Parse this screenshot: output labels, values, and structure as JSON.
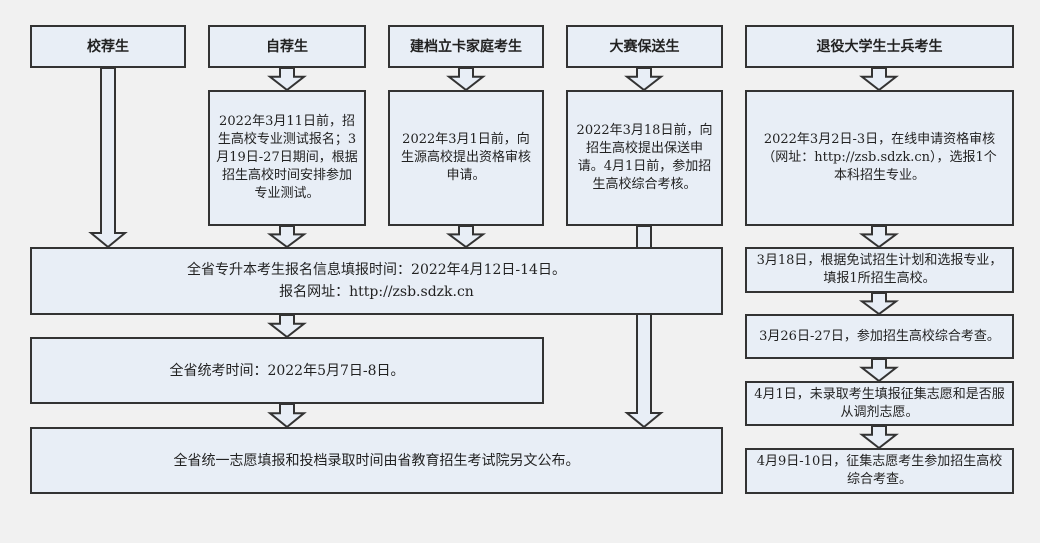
{
  "headers": [
    "校荐生",
    "自荐生",
    "建档立卡家庭考生",
    "大赛保送生",
    "退役大学生士兵考生"
  ],
  "details": {
    "self_recommended": "2022年3月11日前，招生高校专业测试报名；3月19日-27日期间，根据招生高校时间安排参加专业测试。",
    "poor_family": "2022年3月1日前，向生源高校提出资格审核申请。",
    "competition": "2022年3月18日前，向招生高校提出保送申请。4月1日前，参加招生高校综合考核。",
    "veteran": "2022年3月2日-3日，在线申请资格审核（网址：http://zsb.sdzk.cn），选报1个本科招生专业。"
  },
  "main_flow": {
    "registration_line1": "全省专升本考生报名信息填报时间：2022年4月12日-14日。",
    "registration_line2": "报名网址：http://zsb.sdzk.cn",
    "exam": "全省统考时间：2022年5月7日-8日。",
    "admission": "全省统一志愿填报和投档录取时间由省教育招生考试院另文公布。"
  },
  "veteran_flow": [
    "3月18日，根据免试招生计划和选报专业，填报1所招生高校。",
    "3月26日-27日，参加招生高校综合考查。",
    "4月1日，未录取考生填报征集志愿和是否服从调剂志愿。",
    "4月9日-10日，征集志愿考生参加招生高校综合考查。"
  ]
}
